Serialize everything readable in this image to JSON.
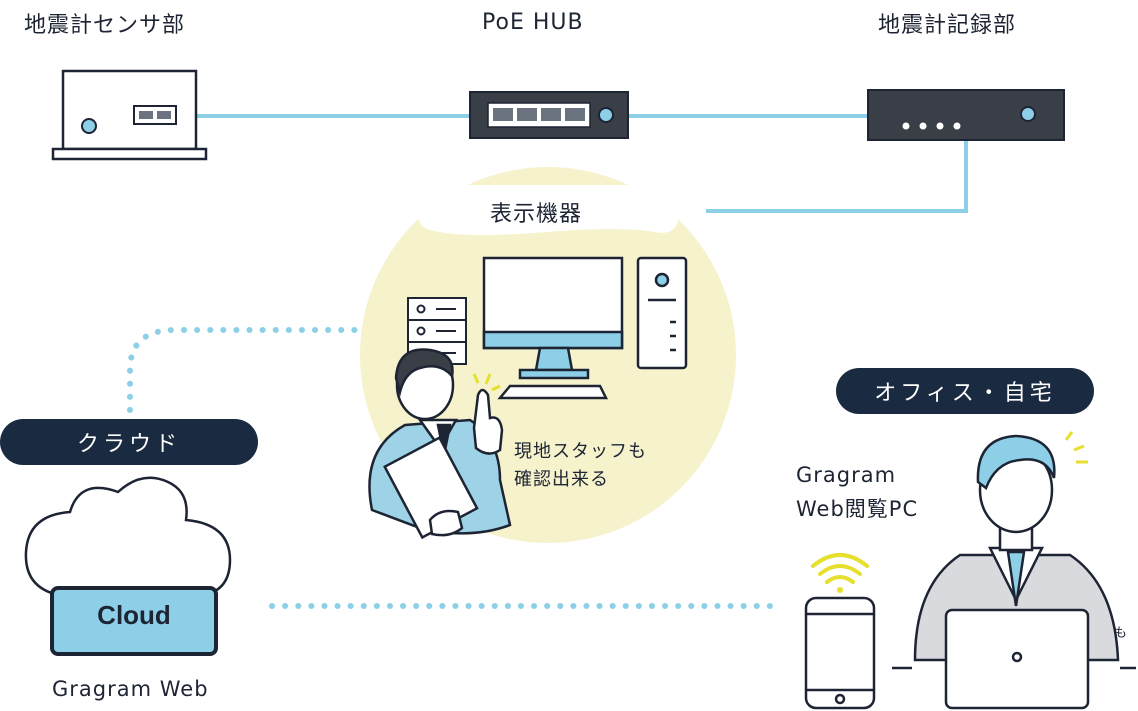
{
  "labels": {
    "sensor": "地震計センサ部",
    "hub": "PoE HUB",
    "recorder": "地震計記録部",
    "display": "表示機器",
    "staff_line1": "現地スタッフも",
    "staff_line2": "確認出来る",
    "cloud": "クラウド",
    "cloud_box": "Cloud",
    "gragram_web": "Gragram Web",
    "office": "オフィス・自宅",
    "pc_line1": "Gragram",
    "pc_line2": "Web閲覧PC",
    "edge_char": "も"
  },
  "colors": {
    "navy": "#1a2a40",
    "light_blue": "#8ecfe8",
    "pale_yellow": "#f6f2cc",
    "device_dark": "#3a3e47",
    "wifi_yellow": "#e6df2e"
  }
}
